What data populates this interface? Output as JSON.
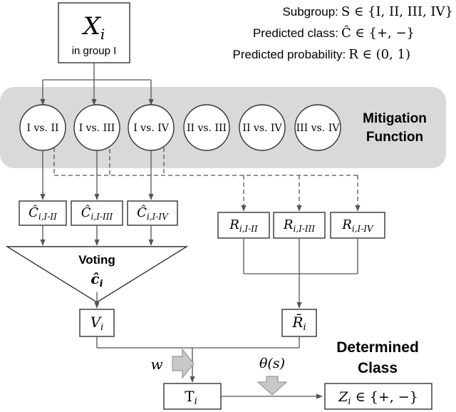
{
  "input": {
    "symbol": "X",
    "sub": "i",
    "caption": "in group I"
  },
  "legend": {
    "subgroup_label": "Subgroup:",
    "subgroup_expr": "S ∈ {I, II, III, IV}",
    "class_label": "Predicted class:",
    "class_expr": "Ĉ ∈ {+, −}",
    "prob_label": "Predicted probability:",
    "prob_expr": "R ∈ (0, 1)"
  },
  "mitigation": {
    "title_line1": "Mitigation",
    "title_line2": "Function",
    "comparisons": [
      "I vs. II",
      "I vs. III",
      "I vs. IV",
      "II vs. III",
      "II vs. IV",
      "III vs. IV"
    ]
  },
  "class_outputs": [
    {
      "base": "Ĉ",
      "sub": "i,I-II"
    },
    {
      "base": "Ĉ",
      "sub": "i,I-III"
    },
    {
      "base": "Ĉ",
      "sub": "i,I-IV"
    }
  ],
  "prob_outputs": [
    {
      "base": "R",
      "sub": "i,I-II"
    },
    {
      "base": "R",
      "sub": "i,I-III"
    },
    {
      "base": "R",
      "sub": "i,I-IV"
    }
  ],
  "voting": {
    "label": "Voting",
    "symbol": "ĉ",
    "sub": "i"
  },
  "vote_result": {
    "base": "V",
    "sub": "i"
  },
  "mean_prob": {
    "base": "R̄",
    "sub": "i"
  },
  "weight": "w",
  "threshold": "θ(s)",
  "combined": {
    "base": "T",
    "sub": "i"
  },
  "determined": {
    "line1": "Determined",
    "line2": "Class"
  },
  "final": {
    "base": "Z",
    "sub": "i",
    "expr": " ∈ {+, −}"
  },
  "colors": {
    "band": "#d9d9d9",
    "arrow_fill": "#c8c8c8",
    "stroke": "#333333"
  }
}
